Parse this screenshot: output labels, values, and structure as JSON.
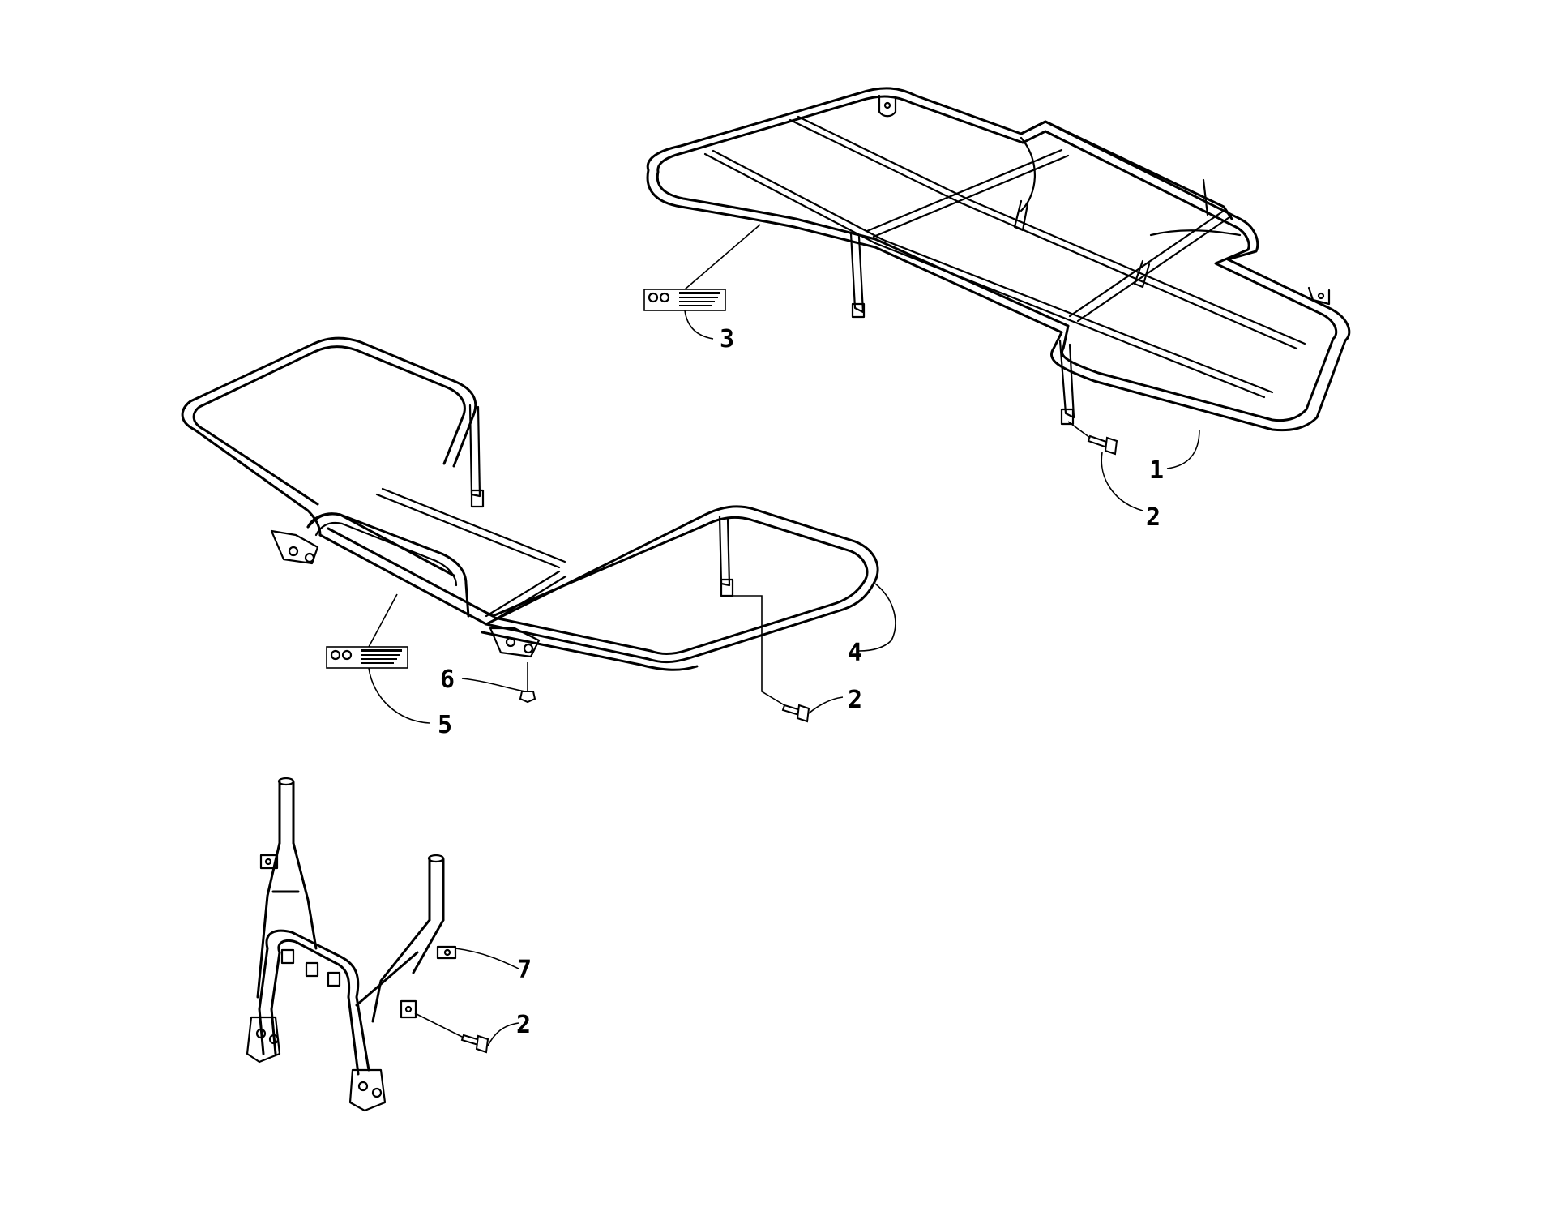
{
  "diagram": {
    "callouts": [
      {
        "id": "rear-rack",
        "label": "1"
      },
      {
        "id": "bolt-rear-rack",
        "label": "2"
      },
      {
        "id": "decal-rear",
        "label": "3"
      },
      {
        "id": "front-rack",
        "label": "4"
      },
      {
        "id": "bolt-front-rack",
        "label": "2"
      },
      {
        "id": "decal-front",
        "label": "5"
      },
      {
        "id": "nut-front-rack",
        "label": "6"
      },
      {
        "id": "support-bracket",
        "label": "7"
      },
      {
        "id": "bolt-bracket",
        "label": "2"
      }
    ]
  }
}
